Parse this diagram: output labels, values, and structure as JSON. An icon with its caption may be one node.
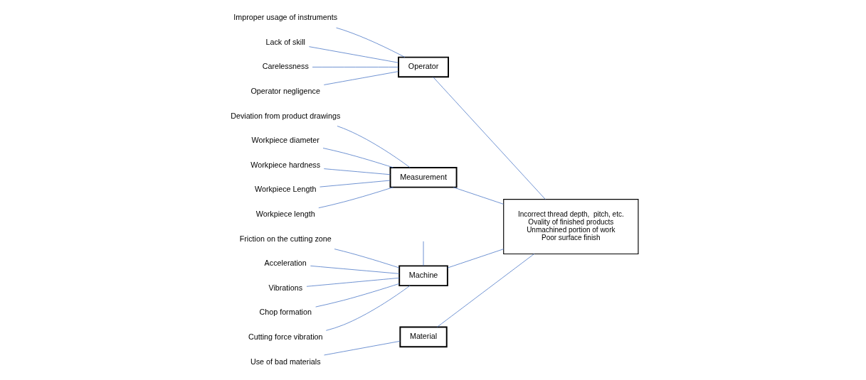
{
  "diagram": {
    "nodes": [
      {
        "text": [
          "Material"
        ]
      },
      {
        "text": [
          "Operator"
        ]
      },
      {
        "text": [
          "Improper usage of instruments"
        ]
      },
      {
        "text": [
          "Lack of skill"
        ]
      },
      {
        "text": [
          "Use of bad materials"
        ]
      },
      {
        "text": [
          "Carelessness"
        ]
      },
      {
        "text": [
          "Operator negligence"
        ]
      },
      {
        "text": [
          "Deviation from product drawings"
        ]
      },
      {
        "text": [
          "Friction on the cutting zone"
        ]
      },
      {
        "text": [
          "Acceleration"
        ]
      },
      {
        "text": [
          "Workpiece diameter"
        ]
      },
      {
        "text": [
          "Vibrations"
        ]
      },
      {
        "text": [
          "Workpiece hardness"
        ]
      },
      {
        "text": [
          "Workpiece Length"
        ]
      },
      {
        "text": [
          "Chop formation"
        ]
      },
      {
        "text": [
          "Cutting force vibration"
        ]
      },
      {
        "text": [
          "Workpiece length"
        ]
      },
      {
        "text": [
          "Measurement"
        ]
      },
      {
        "text": [
          "Machine"
        ]
      },
      {
        "text": [
          "Incorrect thread depth,  pitch, etc.",
          "Ovality of finished products",
          "Unmachined portion of work",
          "Poor surface finish"
        ]
      }
    ],
    "edges": [
      {
        "from": 4,
        "to": 0,
        "arrow": "none"
      },
      {
        "from": 2,
        "to": 1,
        "arrow": "none"
      },
      {
        "from": 3,
        "to": 1,
        "arrow": "none"
      },
      {
        "from": 5,
        "to": 1,
        "arrow": "none"
      },
      {
        "from": 6,
        "to": 1,
        "arrow": "none"
      },
      {
        "from": 7,
        "to": 17,
        "arrow": "none"
      },
      {
        "from": 10,
        "to": 17,
        "arrow": "none"
      },
      {
        "from": 12,
        "to": 17,
        "arrow": "none"
      },
      {
        "from": 13,
        "to": 17,
        "arrow": "none"
      },
      {
        "from": 16,
        "to": 17,
        "arrow": "none"
      },
      {
        "from": 8,
        "to": 18,
        "arrow": "none"
      },
      {
        "from": 9,
        "to": 18,
        "arrow": "none"
      },
      {
        "from": 11,
        "to": 18,
        "arrow": "none"
      },
      {
        "from": 14,
        "to": 18,
        "arrow": "none"
      },
      {
        "from": 15,
        "to": 18,
        "arrow": "none"
      },
      {
        "from": null,
        "to": 18,
        "arrow": "none"
      },
      {
        "from": 0,
        "to": 19,
        "arrow": "none"
      },
      {
        "from": 1,
        "to": 19,
        "arrow": "none"
      },
      {
        "from": 17,
        "to": 19,
        "arrow": "none"
      },
      {
        "from": 18,
        "to": 19,
        "arrow": "none"
      }
    ]
  }
}
